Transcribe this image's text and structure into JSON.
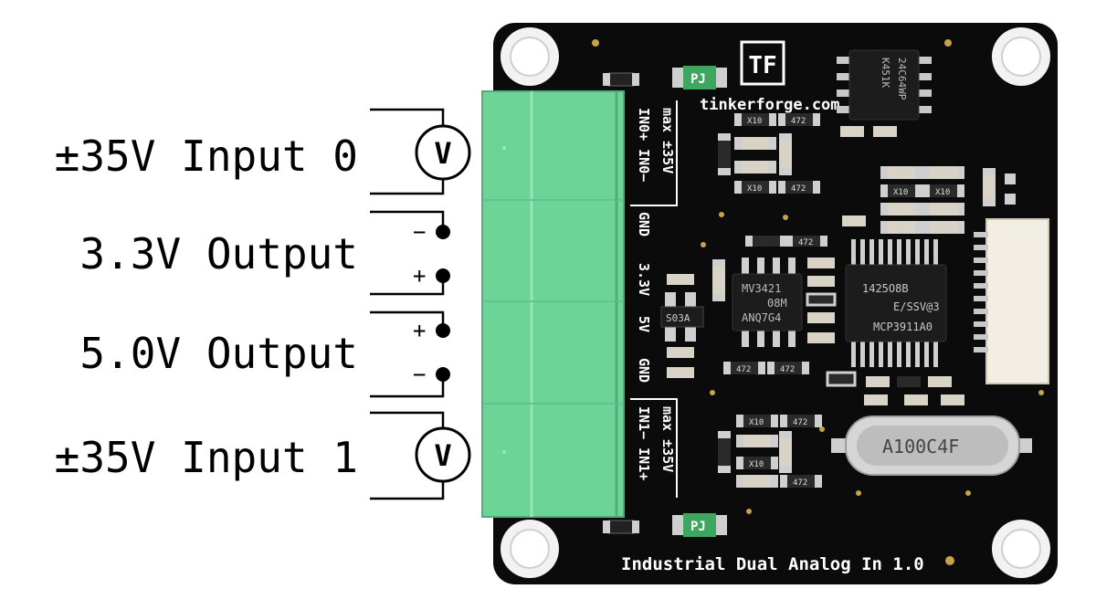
{
  "labels": {
    "input0": "±35V Input 0",
    "output33": "3.3V Output",
    "output50": "5.0V Output",
    "input1": "±35V Input 1"
  },
  "meter_symbol": "V",
  "signs": {
    "minus": "−",
    "plus": "+"
  },
  "board": {
    "brand": "tinkerforge.com",
    "name": "Industrial Dual Analog In 1.0",
    "pin_labels_top": "IN0+  IN0−",
    "pin_rating_top": "max ±35V",
    "pin_gnd_a": "GND",
    "pin_33v": "3.3V",
    "pin_5v": "5V",
    "pin_gnd_b": "GND",
    "pin_labels_bottom": "IN1−  IN1+",
    "pin_rating_bottom": "max ±35V",
    "chip_eeprom_1": "24C64WP",
    "chip_eeprom_2": "K451K",
    "chip_adc_1": "1425O8B",
    "chip_adc_2": "E/SSV@3",
    "chip_adc_3": "MCP3911A0",
    "chip_opamp_1": "MV3421",
    "chip_opamp_2": "08M",
    "chip_opamp_3": "ANQ7G4",
    "diode_label": "S03A",
    "crystal_label": "A100C4F",
    "fuse_label": "PJ",
    "res_label_a": "X10",
    "res_label_b": "472"
  },
  "colors": {
    "pcb": "#0b0b0b",
    "terminal": "#6cd497",
    "silkscreen": "#ffffff",
    "pad": "#c8a24a"
  }
}
